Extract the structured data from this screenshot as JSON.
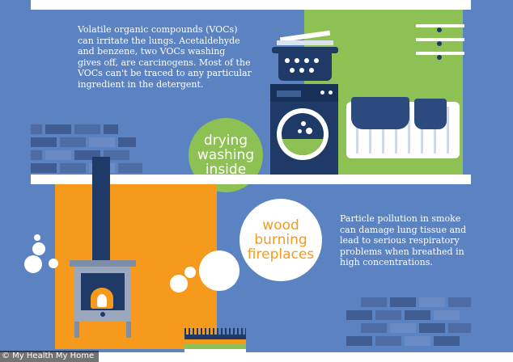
{
  "section_drying": {
    "body_lines": [
      "Volatile organic compounds (VOCs)",
      "can irritate the lungs. Acetaldehyde",
      "and benzene, two VOCs washing",
      "gives off, are carcinogens. Most of the",
      "VOCs can't be traced to any particular",
      "ingredient in the detergent."
    ],
    "label_lines": [
      "drying",
      "washing",
      "inside"
    ],
    "label_color": "#8dc153"
  },
  "section_wood": {
    "body_lines": [
      "Particle pollution in smoke",
      "can damage lung tissue and",
      "lead to serious respiratory",
      "problems when breathed in",
      "high concentrations."
    ],
    "label_lines": [
      "wood",
      "burning",
      "fireplaces"
    ],
    "label_color": "#f59a1d"
  },
  "footer": {
    "credit_prefix": "© My ",
    "credit_highlight": "Health My Home"
  },
  "colors": {
    "background": "#5b83c1",
    "green_wall": "#8dc153",
    "orange_wall": "#f59a1d",
    "navy": "#1f3a66"
  },
  "icons": [
    "washing-machine-icon",
    "laundry-basket-icon",
    "clothes-peg-icon",
    "radiator-icon",
    "stove-icon",
    "flame-icon",
    "rug-icon"
  ]
}
